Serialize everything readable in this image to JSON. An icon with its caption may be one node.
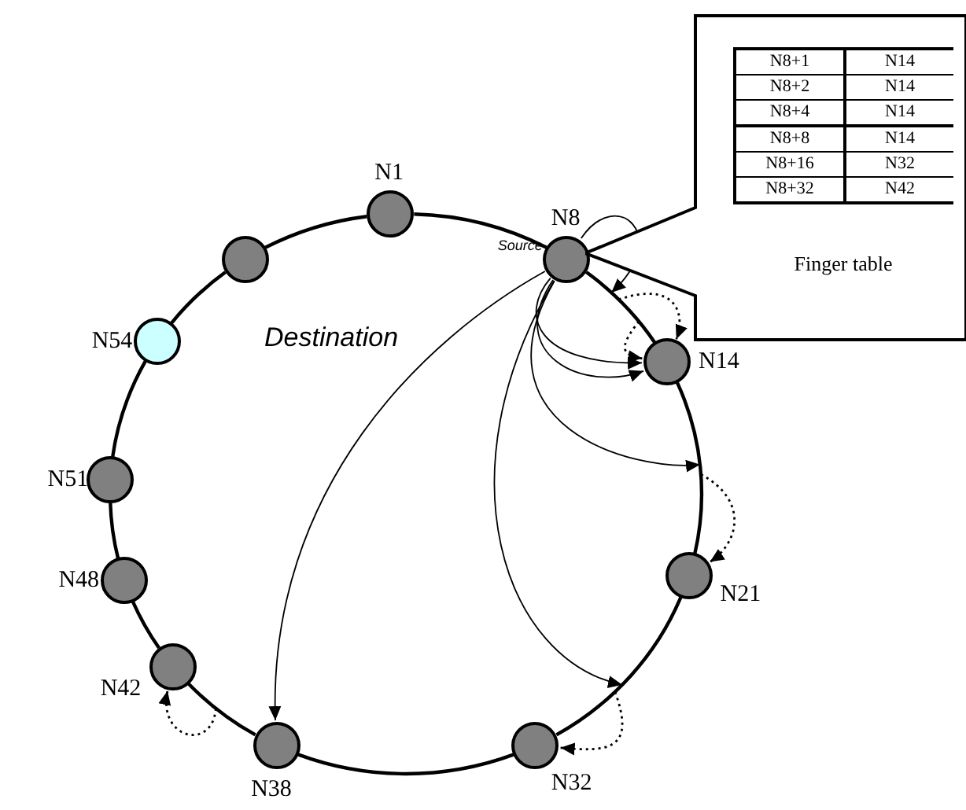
{
  "diagram": {
    "nodes": [
      {
        "text": [],
        "shape": "circle",
        "beside": [
          "N1"
        ]
      },
      {
        "text": [],
        "shape": "circle",
        "beside": [
          "N8",
          "Source"
        ]
      },
      {
        "text": [],
        "shape": "circle",
        "beside": [
          "N14"
        ]
      },
      {
        "text": [],
        "shape": "circle",
        "beside": [
          "N21"
        ]
      },
      {
        "text": [],
        "shape": "circle",
        "beside": [
          "N32"
        ]
      },
      {
        "text": [],
        "shape": "circle",
        "beside": [
          "N38"
        ]
      },
      {
        "text": [],
        "shape": "circle",
        "beside": [
          "N42"
        ]
      },
      {
        "text": [],
        "shape": "circle",
        "beside": [
          "N48"
        ]
      },
      {
        "text": [],
        "shape": "circle",
        "beside": [
          "N51"
        ]
      },
      {
        "text": [],
        "shape": "circle",
        "beside": [
          "N54"
        ]
      },
      {
        "text": [],
        "shape": "circle"
      },
      {
        "text": [
          "Finger table"
        ]
      }
    ],
    "edges": [
      {
        "from": 0,
        "to": 1,
        "arrow": "none"
      },
      {
        "from": 1,
        "to": 2,
        "arrow": "none"
      },
      {
        "from": 2,
        "to": 3,
        "arrow": "none"
      },
      {
        "from": 3,
        "to": 4,
        "arrow": "none"
      },
      {
        "from": 4,
        "to": 5,
        "arrow": "none"
      },
      {
        "from": 5,
        "to": 6,
        "arrow": "none"
      },
      {
        "from": 6,
        "to": 7,
        "arrow": "none"
      },
      {
        "from": 7,
        "to": 8,
        "arrow": "none"
      },
      {
        "from": 8,
        "to": 9,
        "arrow": "none"
      },
      {
        "from": 9,
        "to": 10,
        "arrow": "none"
      },
      {
        "from": 10,
        "to": 0,
        "arrow": "none"
      },
      {
        "from": 1,
        "to": null,
        "arrow": "to"
      },
      {
        "from": 1,
        "to": 2,
        "arrow": "to"
      },
      {
        "from": 1,
        "to": 2,
        "arrow": "to"
      },
      {
        "from": 1,
        "to": null,
        "arrow": "to"
      },
      {
        "from": 1,
        "to": null,
        "arrow": "to"
      },
      {
        "from": 1,
        "to": 5,
        "arrow": "to"
      },
      {
        "from": null,
        "to": 2,
        "arrow": "to",
        "style": "dashed"
      },
      {
        "from": null,
        "to": 2,
        "arrow": "to",
        "style": "dashed"
      },
      {
        "from": null,
        "to": 3,
        "arrow": "to",
        "style": "dashed"
      },
      {
        "from": null,
        "to": 4,
        "arrow": "to",
        "style": "dashed"
      },
      {
        "from": null,
        "to": 6,
        "arrow": "to",
        "style": "dashed"
      }
    ],
    "labels": [
      "N8+1",
      "N14",
      "N8+2",
      "N14",
      "N8+4",
      "N14",
      "N8+8",
      "N14",
      "N8+16",
      "N32",
      "N8+32",
      "N42",
      "Destination"
    ]
  }
}
